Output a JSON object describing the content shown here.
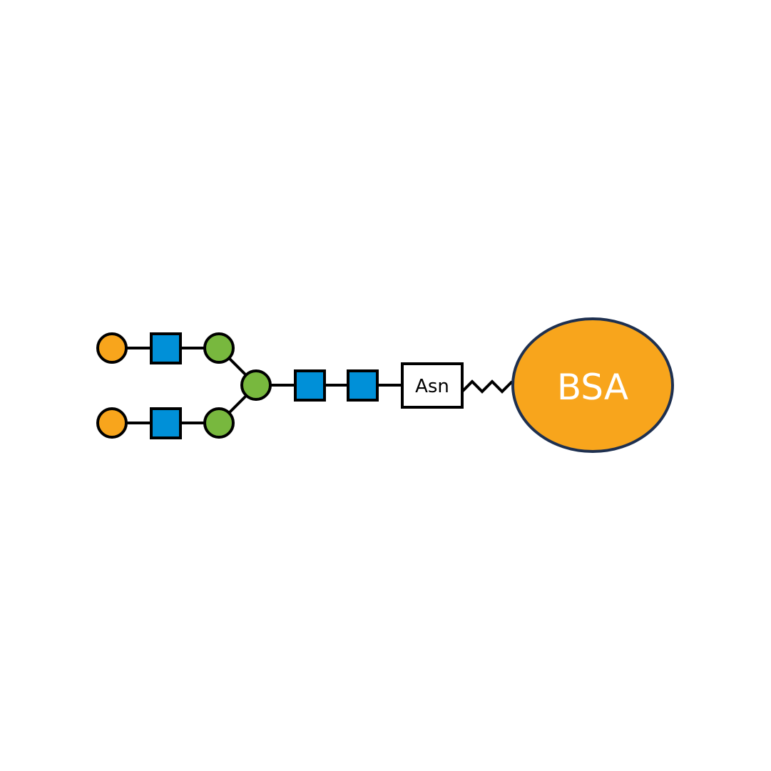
{
  "colors": {
    "galactose": "#f8a51c",
    "glcnac": "#0090d8",
    "mannose": "#78b83e",
    "outline": "#000000",
    "bsa_fill": "#f8a51c",
    "bsa_outline": "#1e3050",
    "bsa_text": "#ffffff",
    "background": "#ffffff"
  },
  "labels": {
    "asn": "Asn",
    "bsa": "BSA"
  },
  "residues": {
    "upper_branch": [
      "galactose",
      "glcnac",
      "mannose"
    ],
    "lower_branch": [
      "galactose",
      "glcnac",
      "mannose"
    ],
    "core": [
      "mannose",
      "glcnac",
      "glcnac"
    ]
  }
}
